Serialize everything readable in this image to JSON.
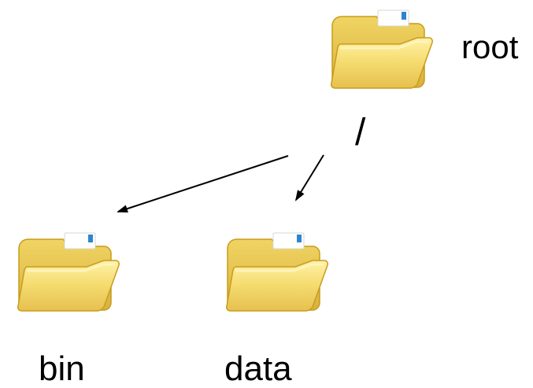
{
  "nodes": {
    "root": {
      "label": "root",
      "icon": "folder-icon"
    },
    "separator": {
      "label": "/"
    },
    "bin": {
      "label": "bin",
      "icon": "folder-icon"
    },
    "data": {
      "label": "data",
      "icon": "folder-icon"
    }
  },
  "edges": [
    {
      "from": "root",
      "to": "bin"
    },
    {
      "from": "root",
      "to": "data"
    }
  ],
  "colors": {
    "folder_front": "#F6DD72",
    "folder_back": "#E7C34A",
    "folder_edge": "#C79B1B",
    "folder_paper": "#FFFFFF",
    "tab_blue": "#2D85D0",
    "arrow": "#000000"
  }
}
